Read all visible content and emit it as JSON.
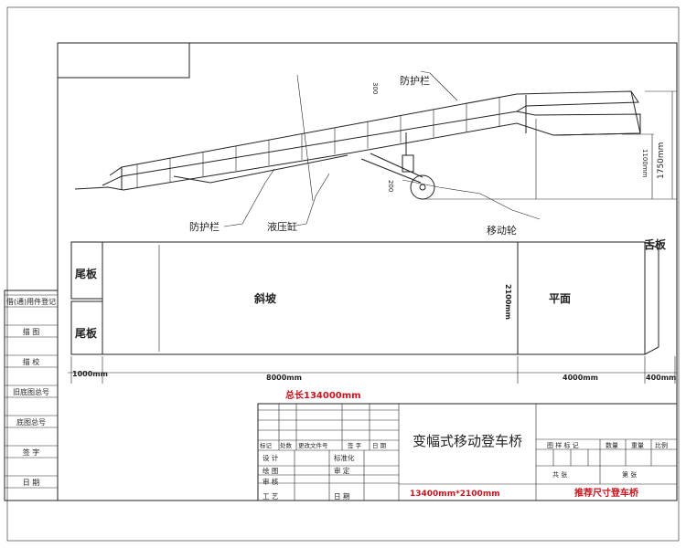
{
  "side_view": {
    "guardrail_top": "防护栏",
    "guardrail_bottom": "防护栏",
    "hydraulic_cylinder": "液压缸",
    "moving_wheel": "移动轮",
    "dim_300": "300",
    "dim_200": "200",
    "dim_1100": "1100mm",
    "dim_1750": "1750mm"
  },
  "plan_view": {
    "tail_plate_1": "尾板",
    "tail_plate_2": "尾板",
    "slope": "斜坡",
    "width": "2100mm",
    "flat": "平面",
    "tongue_plate": "舌板",
    "dim_tail": "1000mm",
    "dim_slope": "8000mm",
    "dim_flat": "4000mm",
    "dim_tongue": "400mm",
    "total_length": "总长134000mm"
  },
  "left_strip": [
    "借(通)用件登记",
    "描 图",
    "描 校",
    "旧底图总号",
    "底图总号",
    "签 字",
    "日 期"
  ],
  "title_block": {
    "revision_headers": [
      "标记",
      "处数",
      "更改文件号",
      "签 字",
      "日 期"
    ],
    "rows": [
      [
        "设 计",
        "标准化"
      ],
      [
        "绘 图",
        "审 定"
      ],
      [
        "审 核",
        ""
      ],
      [
        "工 艺",
        "日 期"
      ]
    ],
    "product_name": "变幅式移动登车桥",
    "dimensions": "13400mm*2100mm",
    "right_headers": [
      "图 样 标 记",
      "数量",
      "重量",
      "比例"
    ],
    "sheet_total": "共 张",
    "sheet_num": "第 张",
    "note": "推荐尺寸登车桥"
  }
}
